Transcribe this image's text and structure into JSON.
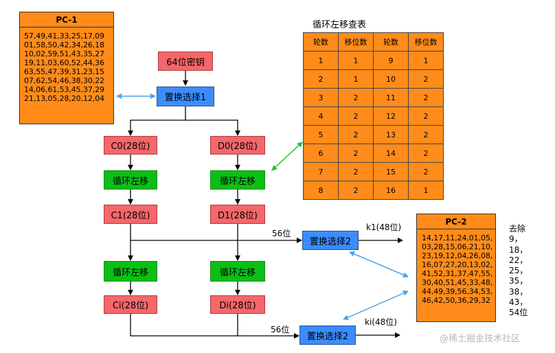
{
  "pc1": {
    "title": "PC-1",
    "rows": [
      "57,49,41,33,25,17,09",
      "01,58,50,42,34,26,18",
      "10,02,59,51,43,35,27",
      "19,11,03,60,52,44,36",
      "63,55,47,39,31,23,15",
      "07,62,54,46,38,30,22",
      "14,06,61,53,45,37,29",
      "21,13,05,28,20,12,04"
    ]
  },
  "pc2": {
    "title": "PC-2",
    "rows": [
      "14,17,11,24,01,05,",
      "03,28,15,06,21,10,",
      "23,19,12,04,26,08,",
      "16,07,27,20,13,02,",
      "41,52,31,37,47,55,",
      "30,40,51,45,33,48,",
      "44,49,39,56,34,53,",
      "46,42,50,36,29,32"
    ]
  },
  "removed": {
    "title": "去除",
    "items": [
      "9，",
      "18，",
      "22，",
      "25，",
      "35，",
      "38，",
      "43，",
      "54位"
    ]
  },
  "shift_table": {
    "title": "循环左移查表",
    "headers": [
      "轮数",
      "移位数",
      "轮数",
      "移位数"
    ],
    "rows": [
      [
        "1",
        "1",
        "9",
        "1"
      ],
      [
        "2",
        "1",
        "10",
        "2"
      ],
      [
        "3",
        "2",
        "11",
        "2"
      ],
      [
        "4",
        "2",
        "12",
        "2"
      ],
      [
        "5",
        "2",
        "13",
        "2"
      ],
      [
        "6",
        "2",
        "14",
        "2"
      ],
      [
        "7",
        "2",
        "15",
        "2"
      ],
      [
        "8",
        "2",
        "16",
        "1"
      ]
    ]
  },
  "flow": {
    "key64": "64位密钥",
    "pc1_box": "置换选择1",
    "c0": "C0(28位)",
    "d0": "D0(28位)",
    "shift": "循环左移",
    "c1": "C1(28位)",
    "d1": "D1(28位)",
    "ci": "Ci(28位)",
    "di": "Di(28位)",
    "pc2_box": "置换选择2",
    "bits56": "56位",
    "k1": "k1(48位)",
    "ki": "ki(48位)"
  },
  "watermark": "@稀土掘金技术社区",
  "colors": {
    "pink": "#f4676a",
    "green": "#0bbf16",
    "blue": "#3b8dff",
    "orange": "#ff8c1a",
    "arrow_blue": "#4aa3e8",
    "arrow_green": "#22c022"
  }
}
